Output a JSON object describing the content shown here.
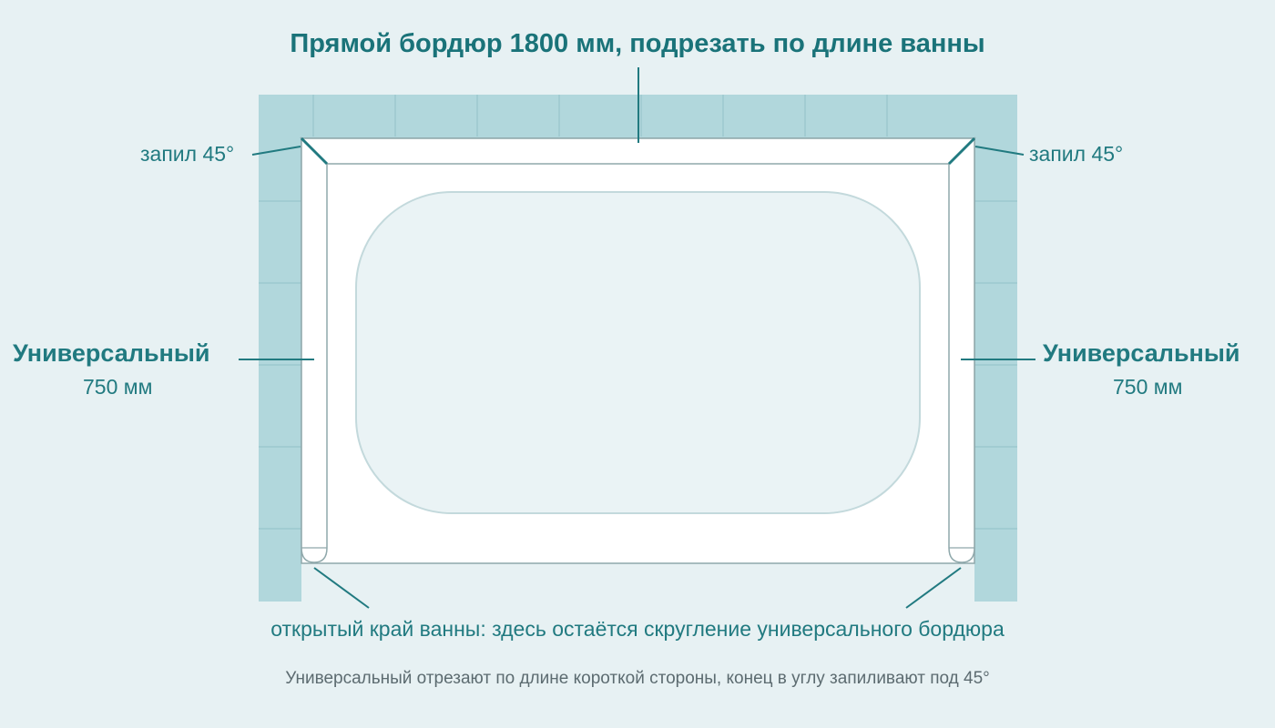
{
  "labels": {
    "top_border": "Прямой бордюр 1800 мм, подрезать по длине ванны",
    "miter_left": "запил 45°",
    "miter_right": "запил 45°",
    "universal_left": "Универсальный",
    "universal_left_length": "750 мм",
    "universal_right": "Универсальный",
    "universal_right_length": "750 мм",
    "open_edge": "открытый край ванны: здесь остаётся скругление универсального бордюра",
    "footnote": "Универсальный отрезают по длине короткой стороны, конец в углу запиливают под 45°"
  },
  "colors": {
    "background": "#e7f1f3",
    "tile": "#b1d7dc",
    "tile_joint": "#9cc8ce",
    "accent": "#217a80",
    "outline": "#8fa8ab",
    "bowl": "#eaf3f5"
  }
}
